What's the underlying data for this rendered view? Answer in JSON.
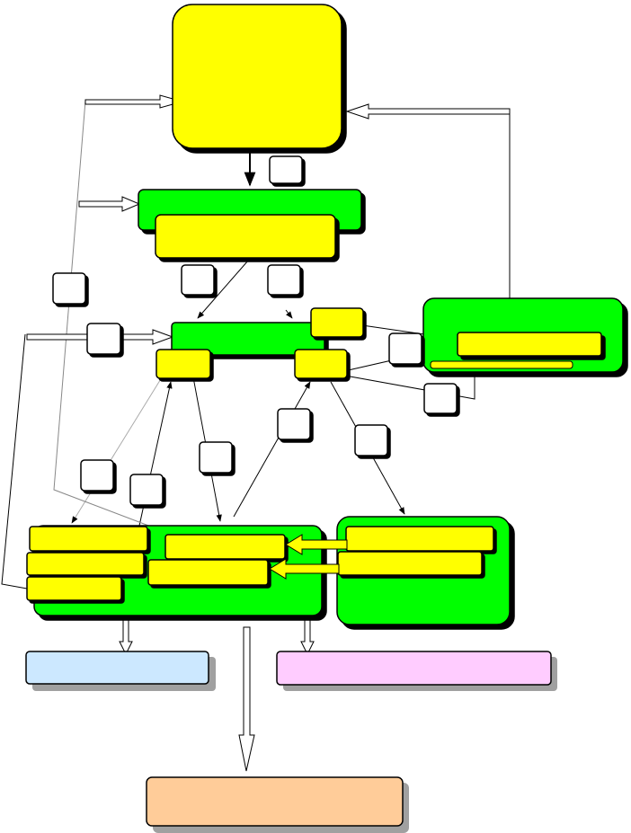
{
  "diagram": {
    "type": "flowchart",
    "colors": {
      "yellow": "#ffff00",
      "green": "#00ff00",
      "light_blue": "#cce8ff",
      "light_pink": "#ffccff",
      "light_orange": "#ffcc99",
      "border": "#000000",
      "shadow": "#a0a0a0",
      "connector": "#000000"
    },
    "nodes": {
      "top_process": {
        "label": "",
        "color": "yellow"
      },
      "upper_green": {
        "label": "",
        "color": "green"
      },
      "upper_green_inner": {
        "label": "",
        "color": "yellow"
      },
      "middle_green": {
        "label": "",
        "color": "green"
      },
      "middle_small_right_top": {
        "label": "",
        "color": "yellow"
      },
      "middle_small_left": {
        "label": "",
        "color": "yellow"
      },
      "middle_small_right": {
        "label": "",
        "color": "yellow"
      },
      "right_green": {
        "label": "",
        "color": "green"
      },
      "right_green_bar": {
        "label": "",
        "color": "yellow"
      },
      "right_green_thin_bar": {
        "label": "",
        "color": "yellow"
      },
      "bottom_left_green": {
        "label": "",
        "color": "green"
      },
      "bottom_left_item_1": {
        "label": "",
        "color": "yellow"
      },
      "bottom_left_item_2": {
        "label": "",
        "color": "yellow"
      },
      "bottom_left_item_3": {
        "label": "",
        "color": "yellow"
      },
      "bottom_center_item_1": {
        "label": "",
        "color": "yellow"
      },
      "bottom_center_item_2": {
        "label": "",
        "color": "yellow"
      },
      "bottom_right_green": {
        "label": "",
        "color": "green"
      },
      "bottom_right_item_1": {
        "label": "",
        "color": "yellow"
      },
      "bottom_right_item_2": {
        "label": "",
        "color": "yellow"
      },
      "output_blue": {
        "label": "",
        "color": "light_blue"
      },
      "output_pink": {
        "label": "",
        "color": "light_pink"
      },
      "output_orange": {
        "label": "",
        "color": "light_orange"
      }
    },
    "edge_labels": [
      "",
      "",
      "",
      "",
      "",
      "",
      "",
      "",
      "",
      "",
      "",
      ""
    ]
  }
}
